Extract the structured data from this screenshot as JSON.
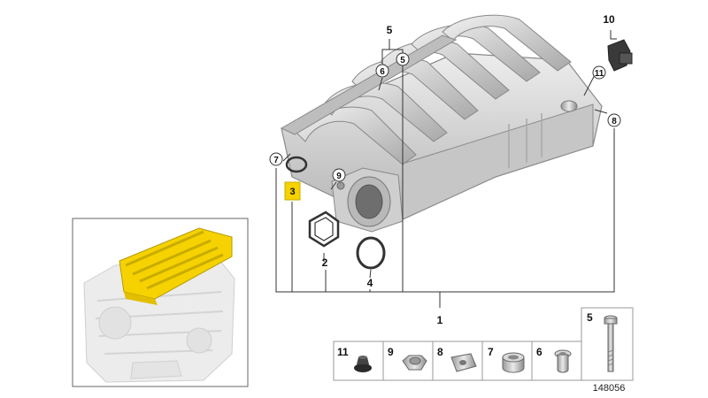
{
  "callouts": {
    "c1": "1",
    "c2": "2",
    "c3": "3",
    "c4": "4",
    "c5_top": "5",
    "c5_circ": "5",
    "c6": "6",
    "c7": "7",
    "c8": "8",
    "c9": "9",
    "c10": "10",
    "c11": "11"
  },
  "legend": {
    "items": [
      {
        "number": "11",
        "part": "grommet"
      },
      {
        "number": "9",
        "part": "hex-nut"
      },
      {
        "number": "8",
        "part": "clip-nut"
      },
      {
        "number": "7",
        "part": "bushing"
      },
      {
        "number": "6",
        "part": "sleeve"
      },
      {
        "number": "5",
        "part": "bolt"
      }
    ]
  },
  "reference_number": "148056",
  "colors": {
    "highlight": "#F5D200",
    "part_body": "#D7D7D7",
    "part_shadow": "#A9A9A9",
    "line": "#333333"
  }
}
